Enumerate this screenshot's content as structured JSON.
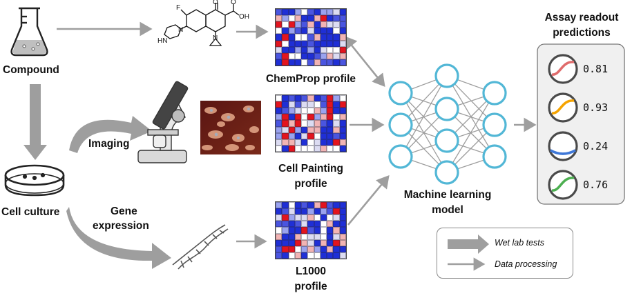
{
  "left_column": {
    "compound_label": "Compound",
    "cell_culture_label": "Cell culture",
    "imaging_label": "Imaging",
    "gene_expression_label_line1": "Gene",
    "gene_expression_label_line2": "expression"
  },
  "profiles": {
    "chemprop": {
      "label": "ChemProp profile"
    },
    "cell_painting": {
      "label_line1": "Cell Painting",
      "label_line2": "profile"
    },
    "l1000": {
      "label_line1": "L1000",
      "label_line2": "profile"
    }
  },
  "model": {
    "label_line1": "Machine learning",
    "label_line2": "model"
  },
  "predictions": {
    "title_line1": "Assay readout",
    "title_line2": "predictions",
    "items": [
      {
        "value": "0.81",
        "color": "#e06c6c"
      },
      {
        "value": "0.93",
        "color": "#f5a300"
      },
      {
        "value": "0.24",
        "color": "#3f78d8"
      },
      {
        "value": "0.76",
        "color": "#4caf50"
      }
    ]
  },
  "legend": {
    "wet_lab": "Wet lab tests",
    "data_processing": "Data processing"
  },
  "molecule": {
    "atoms": [
      "F",
      "O",
      "O",
      "OH",
      "N",
      "N",
      "HN"
    ]
  },
  "colors": {
    "arrow_gray": "#9e9e9e",
    "node_stroke": "#52b7d6",
    "heat_blue": "#1f2fd6",
    "heat_red": "#e3141e"
  }
}
